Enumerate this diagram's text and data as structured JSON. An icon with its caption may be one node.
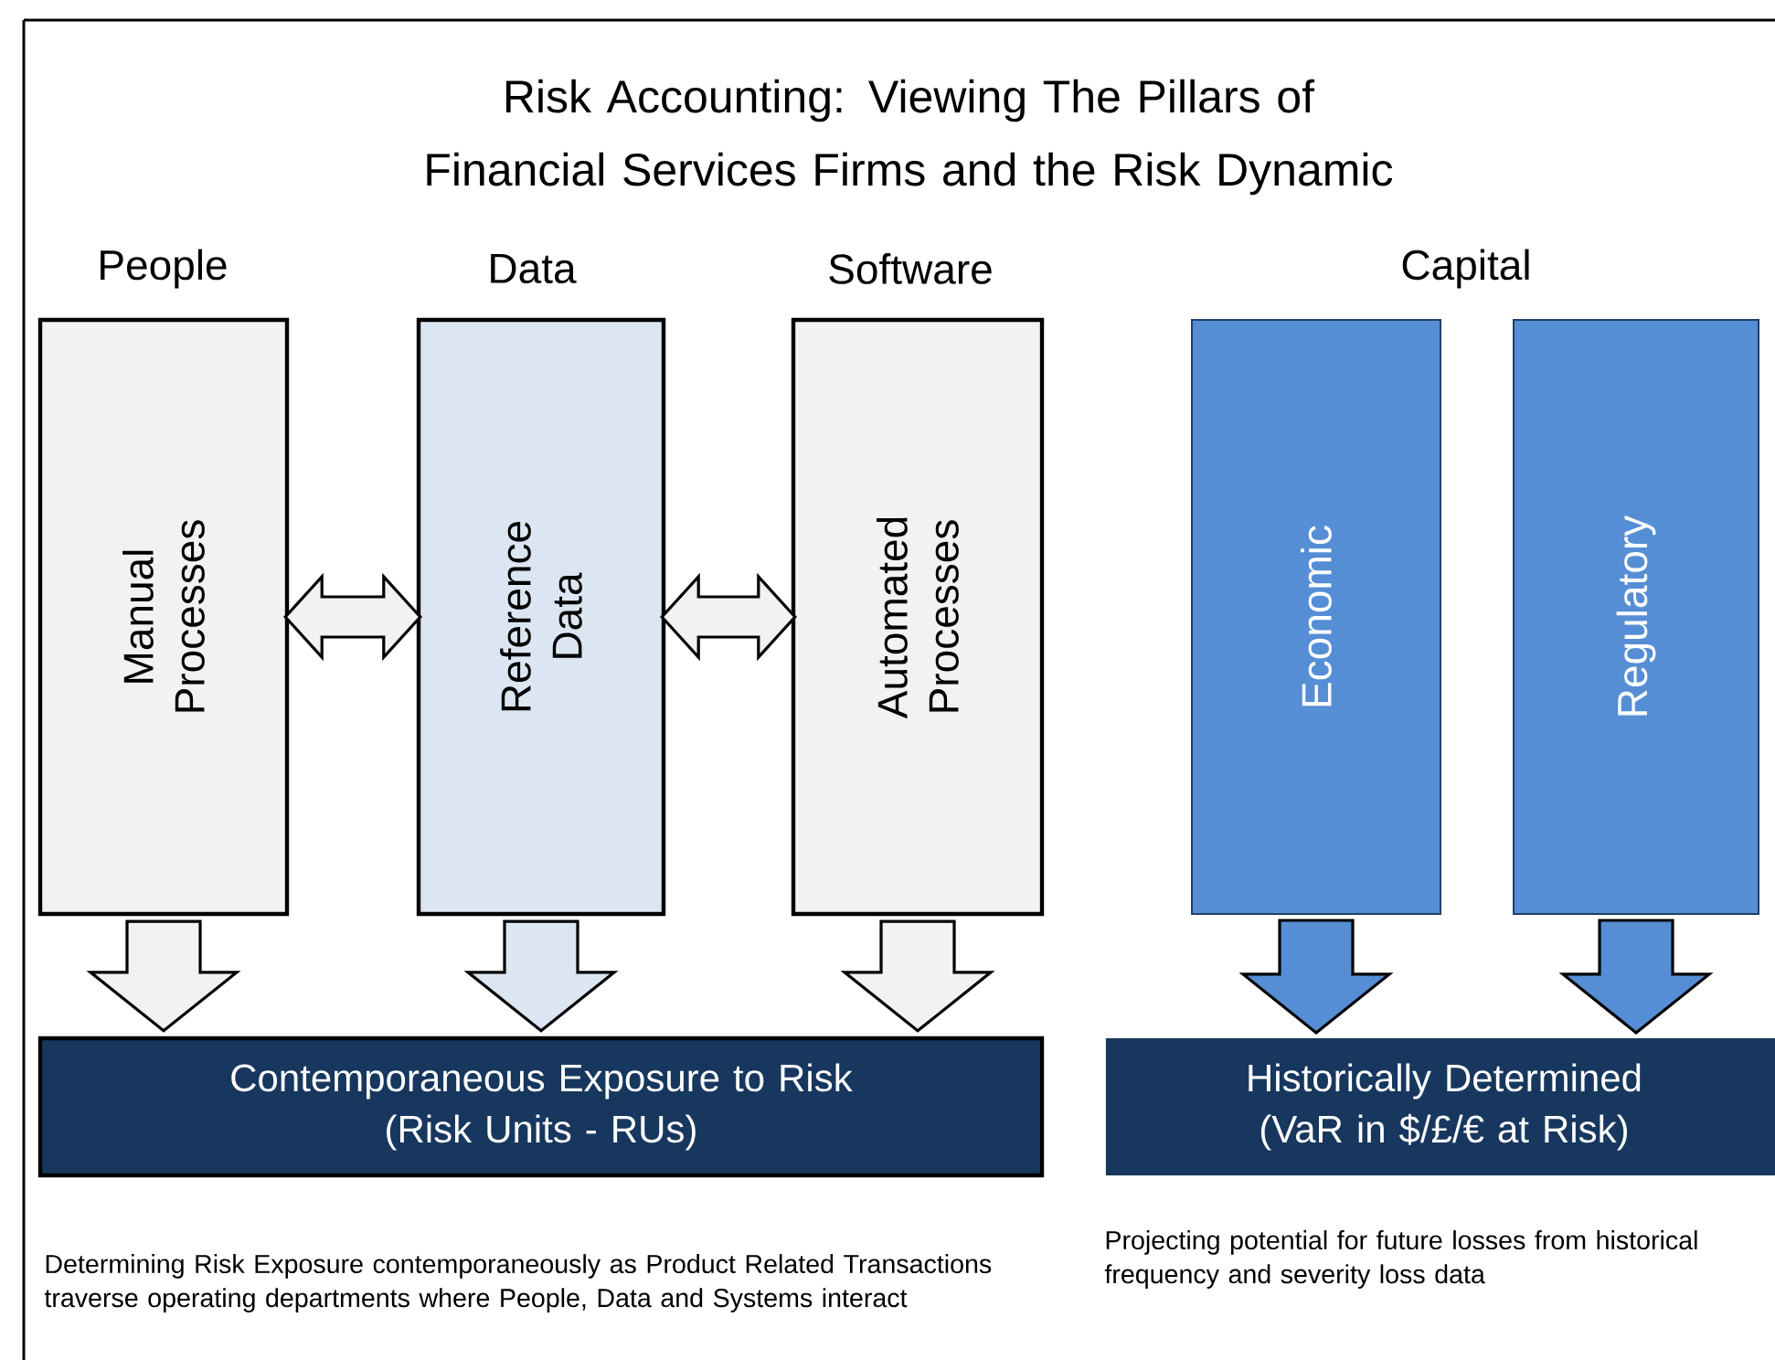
{
  "diagram": {
    "title": "Risk Accounting: Viewing The Pillars of Financial Services Firms and the Risk Dynamic",
    "nodes": [
      {
        "text": [
          "Manual Processes"
        ]
      },
      {
        "text": [
          "Reference Data"
        ]
      },
      {
        "text": [
          "Automated Processes"
        ]
      },
      {
        "text": [
          "Economic"
        ]
      },
      {
        "text": [
          "Regulatory"
        ]
      },
      {
        "text": [
          "Contemporaneous Exposure to Risk",
          "(Risk Units - RUs)"
        ]
      },
      {
        "text": [
          "Historically Determined",
          "(VaR in $/£/€ at Risk)"
        ]
      }
    ],
    "edges": [
      {
        "from": 0,
        "to": 1,
        "arrow": "both"
      },
      {
        "from": 1,
        "to": 2,
        "arrow": "both"
      },
      {
        "from": 0,
        "to": 5,
        "arrow": "to"
      },
      {
        "from": 1,
        "to": 5,
        "arrow": "to",
        "color": "#dce6f2"
      },
      {
        "from": 2,
        "to": 5,
        "arrow": "to"
      },
      {
        "from": 3,
        "to": 6,
        "arrow": "to",
        "color": "#558ed5"
      },
      {
        "from": 4,
        "to": 6,
        "arrow": "to",
        "color": "#558ed5"
      }
    ],
    "labels": [
      "People",
      "Data",
      "Software",
      "Capital",
      "Determining Risk Exposure contemporaneously as Product Related Transactions traverse operating departments where People, Data and Systems interact",
      "Projecting potential for future losses from historical frequency and severity loss data"
    ]
  }
}
